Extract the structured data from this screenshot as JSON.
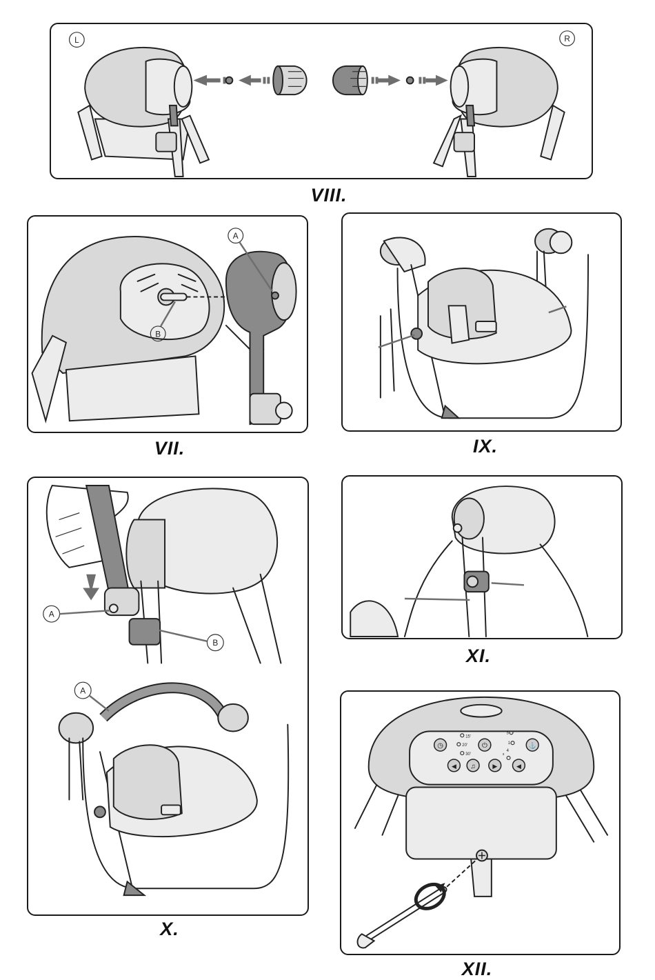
{
  "steps": {
    "viii": {
      "caption": "VIII.",
      "left_label": "L",
      "right_label": "R"
    },
    "vii": {
      "caption": "VII.",
      "callout_a": "A",
      "callout_b": "B"
    },
    "ix": {
      "caption": "IX."
    },
    "x": {
      "caption": "X.",
      "callout_a": "A",
      "callout_b": "B",
      "callout_a2": "A"
    },
    "xi": {
      "caption": "XI."
    },
    "xii": {
      "caption": "XII.",
      "timer_options": [
        "15'",
        "20'",
        "30'"
      ],
      "level_options": [
        "1",
        "2",
        "3",
        "4",
        "5"
      ]
    }
  },
  "colors": {
    "line": "#1a1a1a",
    "fill_light": "#d9d9d9",
    "fill_dark": "#8a8a8a",
    "arrow": "#6e6e6e"
  }
}
